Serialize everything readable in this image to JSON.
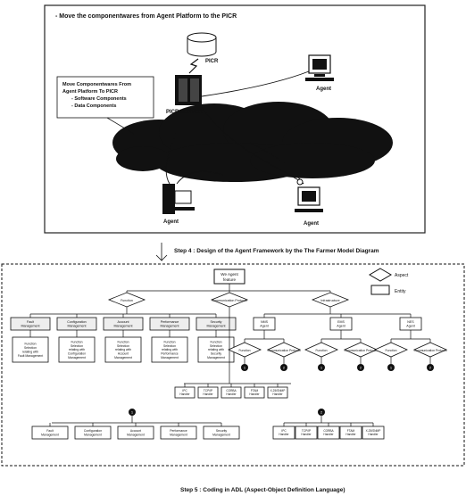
{
  "panel1": {
    "title": "- Move the componentwares from Agent Platform to the PICR",
    "callout_lines": [
      "Move Componentwares From",
      "Agent Platform To PICR",
      "- Software Components",
      "- Data Components"
    ],
    "db_label": "PICR",
    "server_label": "PICR SERVER",
    "agent_labels": [
      "Agent",
      "Agent",
      "Agent"
    ]
  },
  "step4": "Step 4 : Design of the Agent Framework by the The Farmer Model Diagram",
  "legend": {
    "aspect": "Aspect",
    "entity": "Entity"
  },
  "diagram": {
    "root": [
      "We Agent",
      "feature"
    ],
    "diamonds": [
      "Function",
      "Communication Protocol",
      "Infrastructure"
    ],
    "mgmt_boxes": [
      [
        "Fault",
        "Management"
      ],
      [
        "Configuration",
        "Management"
      ],
      [
        "Account",
        "Management"
      ],
      [
        "Performance",
        "Management"
      ],
      [
        "Security",
        "Management"
      ]
    ],
    "func_boxes": [
      [
        "Function",
        "Selection",
        "relating with",
        "Fault Management"
      ],
      [
        "Function",
        "Selection",
        "relating with",
        "Configuration",
        "Management"
      ],
      [
        "Function",
        "Selection",
        "relating with",
        "Account",
        "Management"
      ],
      [
        "Function",
        "Selection",
        "relating with",
        "Performance",
        "Management"
      ],
      [
        "Function",
        "Selection",
        "relating with",
        "Security",
        "Management"
      ]
    ],
    "agents": [
      [
        "NMS",
        "Agent"
      ],
      [
        "EMS",
        "Agent"
      ],
      [
        "NES",
        "Agent"
      ]
    ],
    "sub_diamond_labels": [
      "Function",
      "Communication Protocol"
    ],
    "circle_labels": [
      "1",
      "2"
    ],
    "protocols": [
      [
        "IPC",
        "Handler"
      ],
      [
        "TCP/IP",
        "Handler"
      ],
      [
        "CORBA",
        "Handler"
      ],
      [
        "FTAM",
        "Handler"
      ],
      [
        "X.25/SNMP",
        "Handler"
      ]
    ],
    "bottom_left": [
      [
        "Fault",
        "Management"
      ],
      [
        "Configuration",
        "Management"
      ],
      [
        "Account",
        "Management"
      ],
      [
        "Performance",
        "Management"
      ],
      [
        "Security",
        "Management"
      ]
    ],
    "bottom_right": [
      [
        "IPC",
        "Handler"
      ],
      [
        "TCP/IP",
        "Handler"
      ],
      [
        "CORBA",
        "Handler"
      ],
      [
        "FTAM",
        "Handler"
      ],
      [
        "X.25/SNMP",
        "Handler"
      ]
    ]
  },
  "step5": "Step 5 : Coding in ADL (Aspect-Object Definition Language)"
}
